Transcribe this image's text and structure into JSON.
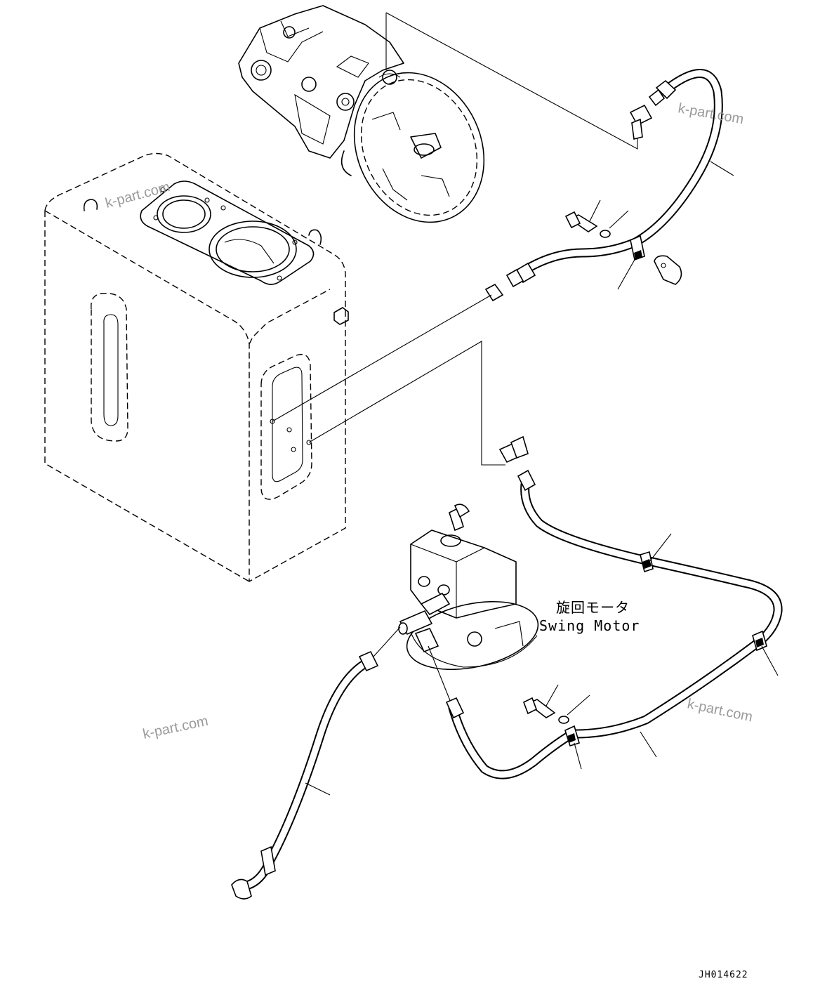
{
  "watermarks": [
    "k-part.com",
    "k-part.com",
    "k-part.com",
    "k-part.com"
  ],
  "motor_label": {
    "japanese": "旋回モータ",
    "english": "Swing Motor"
  },
  "drawing_code": "JH014622",
  "colors": {
    "ink": "#000000",
    "paper": "#ffffff",
    "watermark": "#9a9a9a"
  }
}
